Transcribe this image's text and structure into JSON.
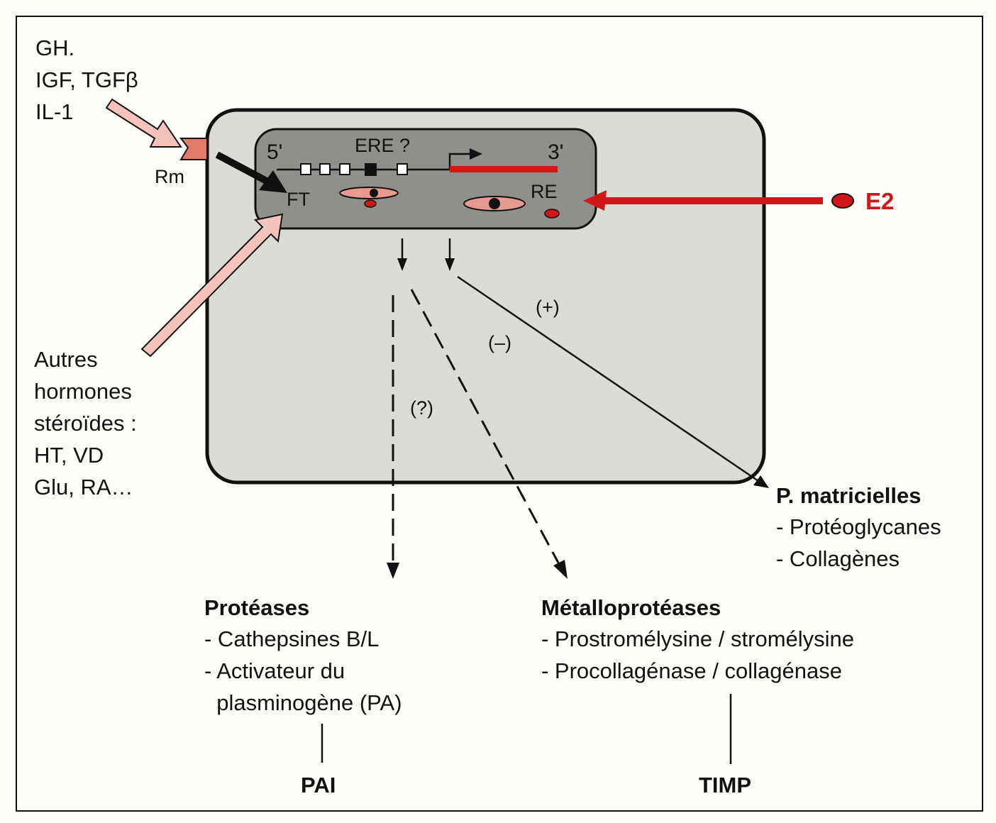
{
  "colors": {
    "cell_fill": "#dcdcd6",
    "nucleus_fill": "#8f8f8c",
    "estrogen_red": "#d01818",
    "pink_arrow": "#f4c4bc",
    "receptor_pink": "#e07a6c"
  },
  "inputs_top": {
    "lines": [
      "GH.",
      "IGF, TGFβ",
      "IL-1"
    ]
  },
  "membrane_receptor_label": "Rm",
  "inputs_bottom": {
    "lines": [
      "Autres",
      "hormones",
      "stéroïdes :",
      "HT, VD",
      "Glu, RA…"
    ]
  },
  "nucleus": {
    "five_prime": "5'",
    "three_prime": "3'",
    "ere_label": "ERE ?",
    "ft_label": "FT",
    "re_label": "RE"
  },
  "estrogen": {
    "label": "E2"
  },
  "effects": {
    "plus": "(+)",
    "minus": "(–)",
    "unknown": "(?)"
  },
  "matrix_proteins": {
    "title": "P. matricielles",
    "items": [
      "- Protéoglycanes",
      "- Collagènes"
    ]
  },
  "proteases": {
    "title": "Protéases",
    "items": [
      "- Cathepsines B/L",
      "- Activateur du",
      "  plasminogène (PA)"
    ],
    "inhibitor": "PAI"
  },
  "metalloproteases": {
    "title": "Métalloprotéases",
    "items": [
      "- Prostromélysine / stromélysine",
      "- Procollagénase / collagénase"
    ],
    "inhibitor": "TIMP"
  }
}
